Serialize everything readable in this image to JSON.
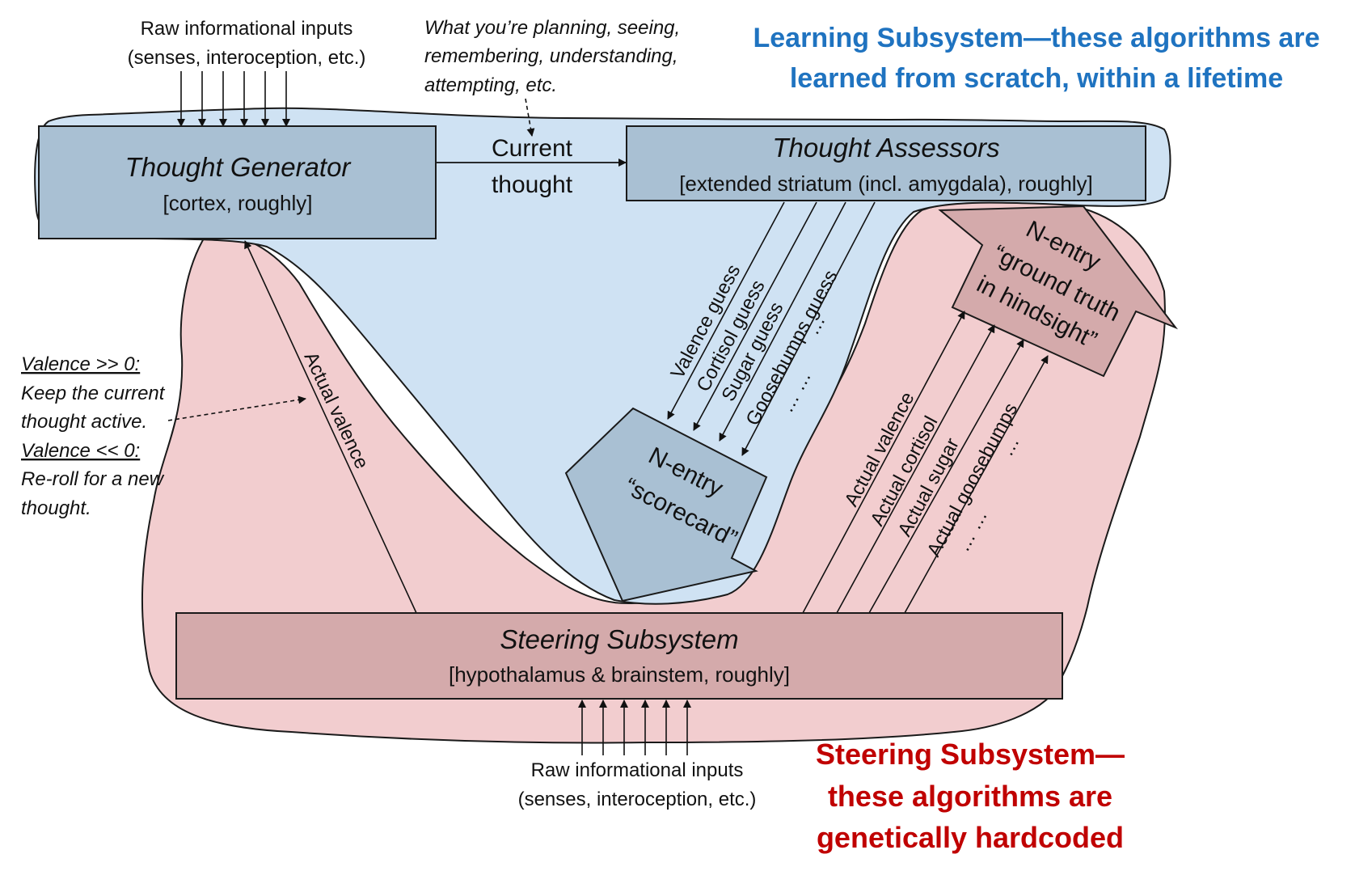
{
  "colors": {
    "learning_fill": "#cfe2f3",
    "steering_fill": "#f2cdcf",
    "box_blue": "#a9c0d3",
    "box_red": "#d4aaab",
    "learning_title": "#1f73c0",
    "steering_title": "#c00000"
  },
  "learning_title": [
    "Learning Subsystem—these algorithms are",
    "learned from scratch, within a lifetime"
  ],
  "steering_title": [
    "Steering Subsystem—",
    "these algorithms are",
    "genetically hardcoded"
  ],
  "top_inputs": [
    "Raw informational inputs",
    "(senses, interoception, etc.)"
  ],
  "bottom_inputs": [
    "Raw informational inputs",
    "(senses, interoception, etc.)"
  ],
  "planning_note": [
    "What you’re planning, seeing,",
    "remembering, understanding,",
    "attempting, etc."
  ],
  "current_thought": [
    "Current",
    "thought"
  ],
  "thought_generator": {
    "title": "Thought Generator",
    "subtitle": "[cortex, roughly]"
  },
  "thought_assessors": {
    "title": "Thought Assessors",
    "subtitle": "[extended striatum (incl. amygdala), roughly]"
  },
  "steering_box": {
    "title": "Steering Subsystem",
    "subtitle": "[hypothalamus & brainstem, roughly]"
  },
  "valence_note": {
    "high_label": "Valence >> 0:",
    "high_text": [
      "Keep the current",
      "thought active."
    ],
    "low_label": "Valence << 0:",
    "low_text": [
      "Re-roll for a new",
      "thought."
    ]
  },
  "actual_valence_left": "Actual valence",
  "guesses": [
    "Valence guess",
    "Cortisol guess",
    "Sugar guess",
    "Goosebumps guess",
    "… …"
  ],
  "guess_dots": "…",
  "scorecard": [
    "N-entry",
    "“scorecard”"
  ],
  "ground_truth": [
    "N-entry",
    "“ground truth",
    "in hindsight”"
  ],
  "actuals": [
    "Actual valence",
    "Actual cortisol",
    "Actual sugar",
    "Actual goosebumps",
    "… …"
  ],
  "actual_dots": "…"
}
